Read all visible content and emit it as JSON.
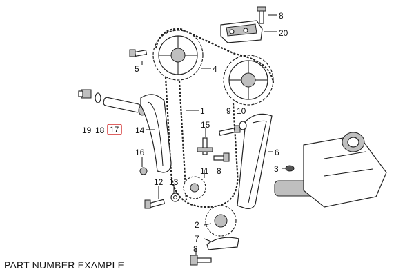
{
  "caption": "PART NUMBER EXAMPLE",
  "callouts": {
    "n1": "1",
    "n2": "2",
    "n3": "3",
    "n4": "4",
    "n5": "5",
    "n6": "6",
    "n7": "7",
    "n8a": "8",
    "n8b": "8",
    "n8c": "8",
    "n9": "9",
    "n10": "10",
    "n11": "11",
    "n12": "12",
    "n13": "13",
    "n14": "14",
    "n15": "15",
    "n16": "16",
    "n17": "17",
    "n18": "18",
    "n19": "19",
    "n20": "20"
  },
  "highlight_color": "#d32f2f"
}
